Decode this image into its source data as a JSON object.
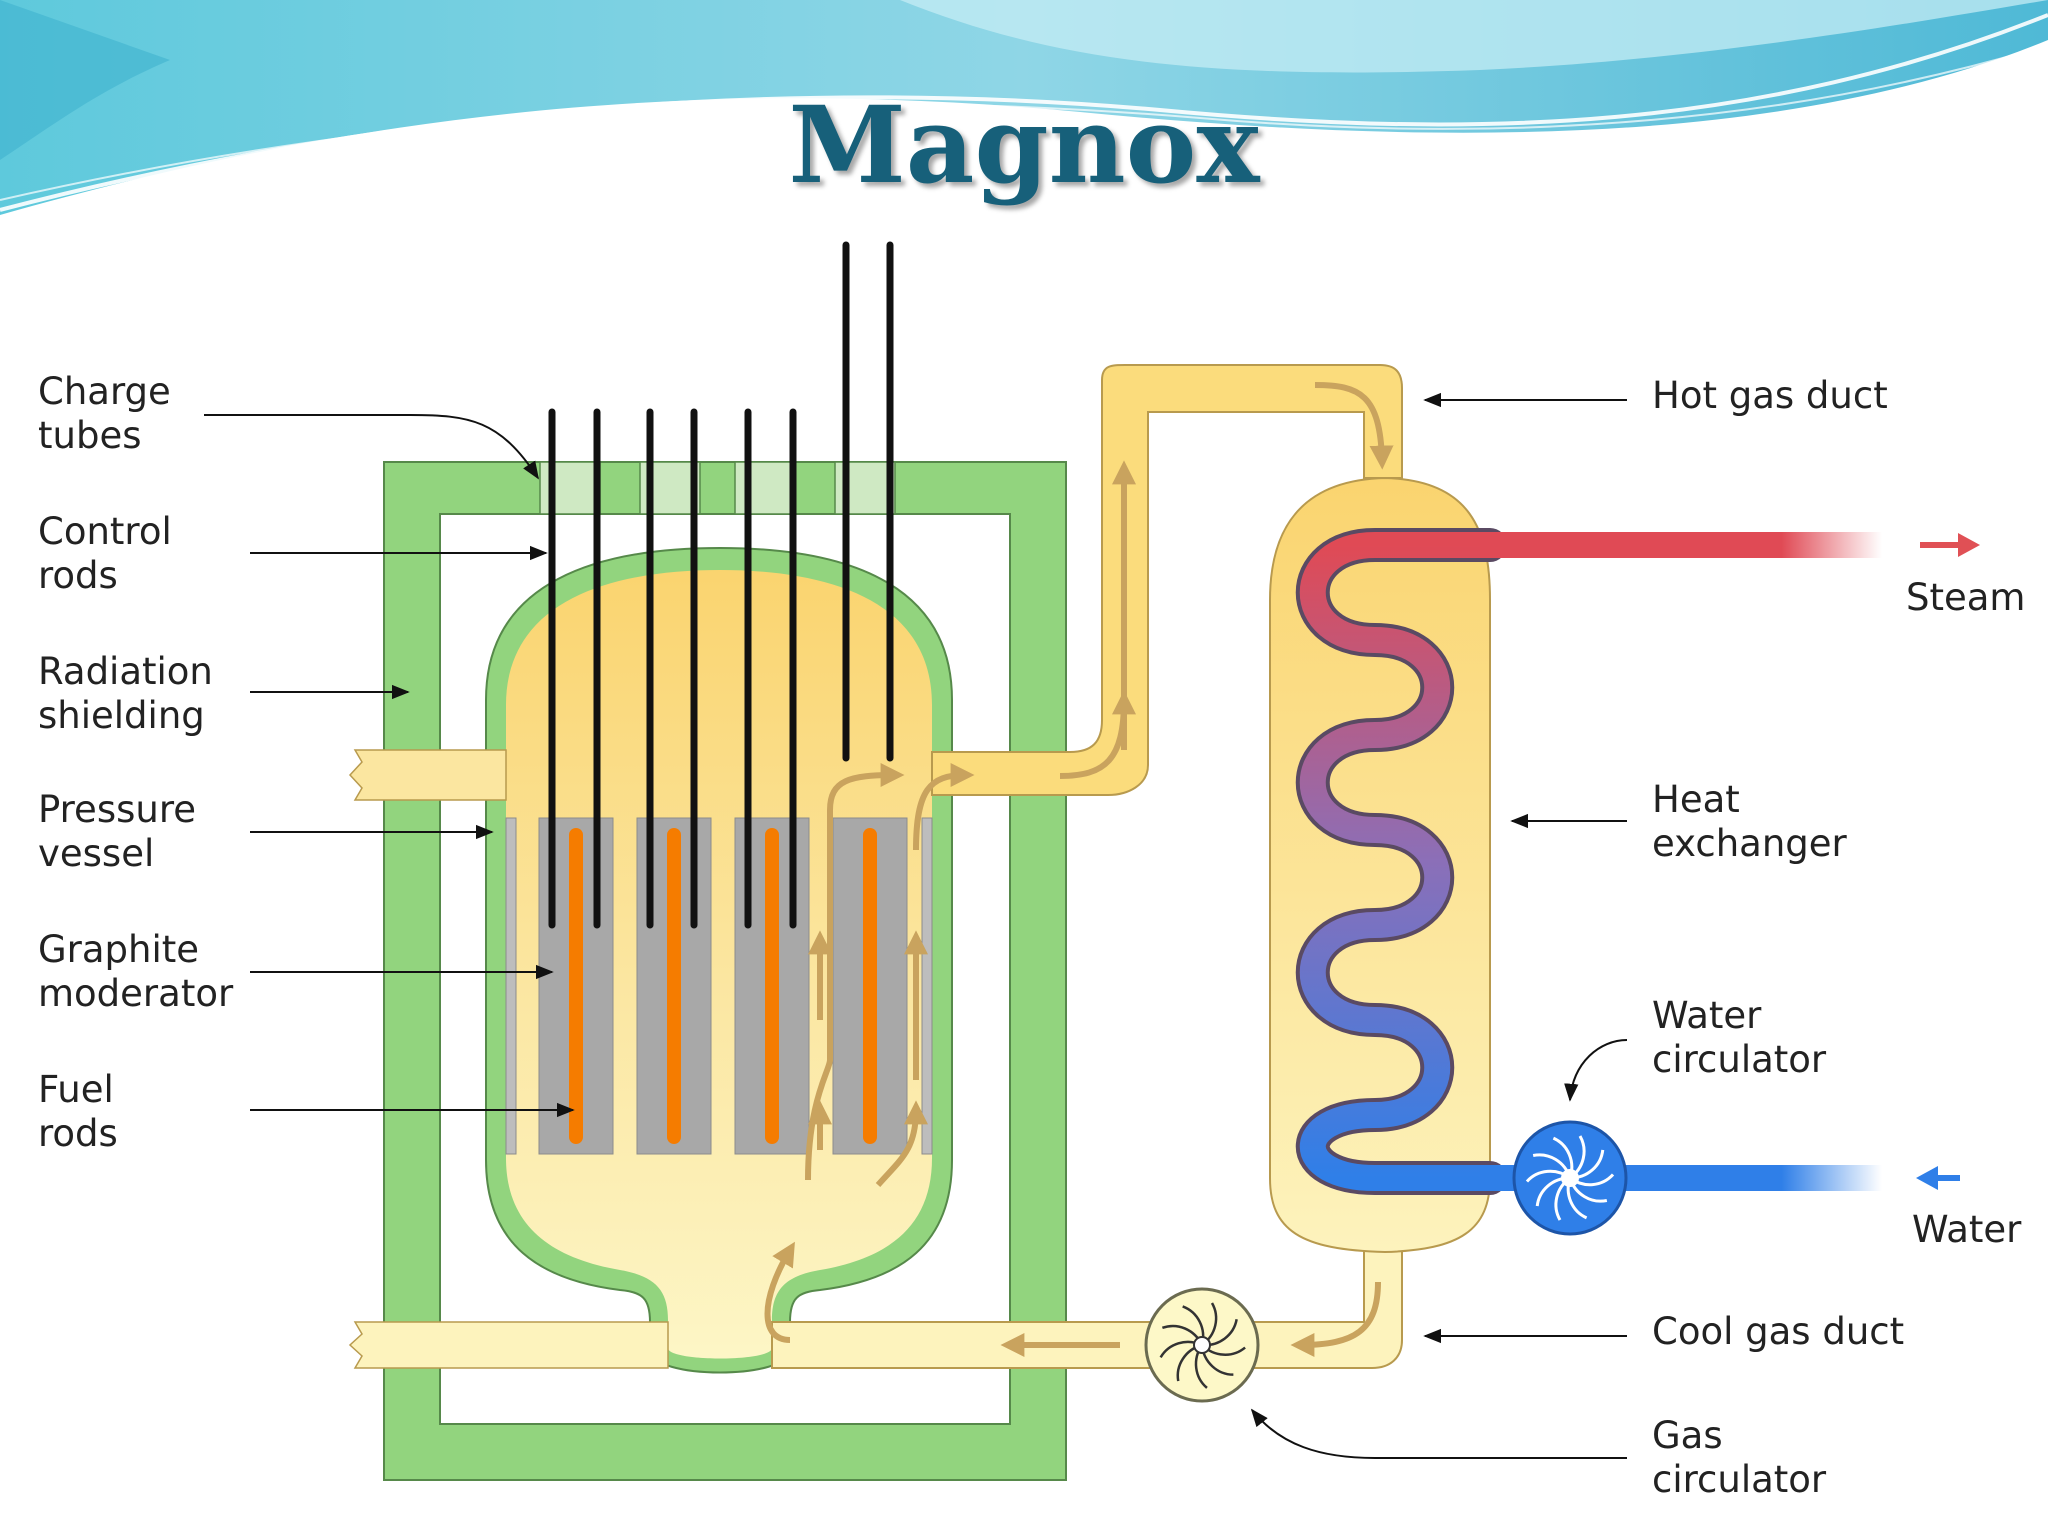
{
  "slide": {
    "title": "Magnox"
  },
  "labels": {
    "charge_tubes": [
      "Charge",
      "tubes"
    ],
    "control_rods": [
      "Control",
      "rods"
    ],
    "radiation_shielding": [
      "Radiation",
      "shielding"
    ],
    "pressure_vessel": [
      "Pressure",
      "vessel"
    ],
    "graphite_moderator": [
      "Graphite",
      "moderator"
    ],
    "fuel_rods": [
      "Fuel",
      "rods"
    ],
    "hot_gas_duct": "Hot gas duct",
    "steam": "Steam",
    "heat_exchanger": [
      "Heat",
      "exchanger"
    ],
    "water_circulator": [
      "Water",
      "circulator"
    ],
    "water": "Water",
    "cool_gas_duct": "Cool gas duct",
    "gas_circulator": [
      "Gas",
      "circulator"
    ]
  },
  "colors": {
    "title": "#17607a",
    "shielding": "#92d47e",
    "gas": "#fbe28c",
    "graphite": "#a8a8a8",
    "fuel": "#f57c00",
    "steam_pipe": "#e05055",
    "water_pipe": "#2f7fe8",
    "flow_arrow": "#c9a35e"
  },
  "icons": {
    "wave_banner": "wave-banner-icon",
    "water_circulator": "pump-impeller-icon",
    "gas_circulator": "fan-impeller-icon"
  }
}
